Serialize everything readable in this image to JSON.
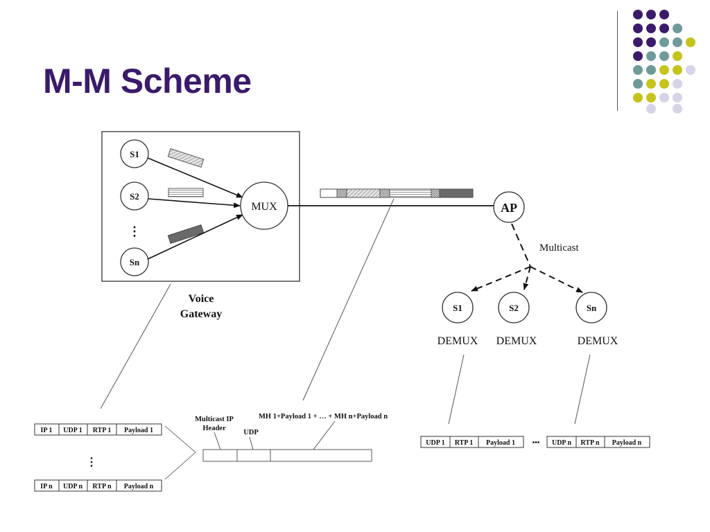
{
  "title": "M-M Scheme",
  "colors": {
    "title": "#3b1a6b",
    "dot_purple": "#3b1a6b",
    "dot_teal": "#6f9a9a",
    "dot_yellow": "#c6c41a",
    "dot_lavender": "#d6d4e6"
  },
  "gateway": {
    "sources": [
      "S1",
      "S2",
      "Sn"
    ],
    "ellipsis": "⋮",
    "mux": "MUX",
    "caption_line1": "Voice",
    "caption_line2": "Gateway"
  },
  "network": {
    "ap": "AP",
    "multicast": "Multicast"
  },
  "receivers": [
    {
      "node": "S1",
      "label": "DEMUX"
    },
    {
      "node": "S2",
      "label": "DEMUX"
    },
    {
      "node": "Sn",
      "label": "DEMUX"
    }
  ],
  "packets": {
    "input_row_1": [
      "IP 1",
      "UDP 1",
      "RTP 1",
      "Payload 1"
    ],
    "input_row_n": [
      "IP n",
      "UDP n",
      "RTP n",
      "Payload n"
    ],
    "input_ellipsis": "⋮",
    "multicast_header_line1": "Multicast IP",
    "multicast_header_line2": "Header",
    "udp_label": "UDP",
    "payload_label": "MH 1+Payload 1 + … + MH n+Payload n",
    "output_row_1": [
      "UDP 1",
      "RTP 1",
      "Payload 1"
    ],
    "output_row_n": [
      "UDP n",
      "RTP n",
      "Payload n"
    ],
    "output_ellipsis": "•••"
  }
}
